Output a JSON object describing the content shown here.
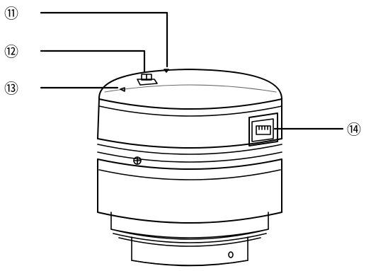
{
  "callouts": [
    {
      "id": "11",
      "label": "⑪"
    },
    {
      "id": "12",
      "label": "⑫"
    },
    {
      "id": "13",
      "label": "⑬"
    },
    {
      "id": "14",
      "label": "⑭"
    }
  ],
  "colors": {
    "ink": "#000000",
    "paper": "#ffffff"
  }
}
